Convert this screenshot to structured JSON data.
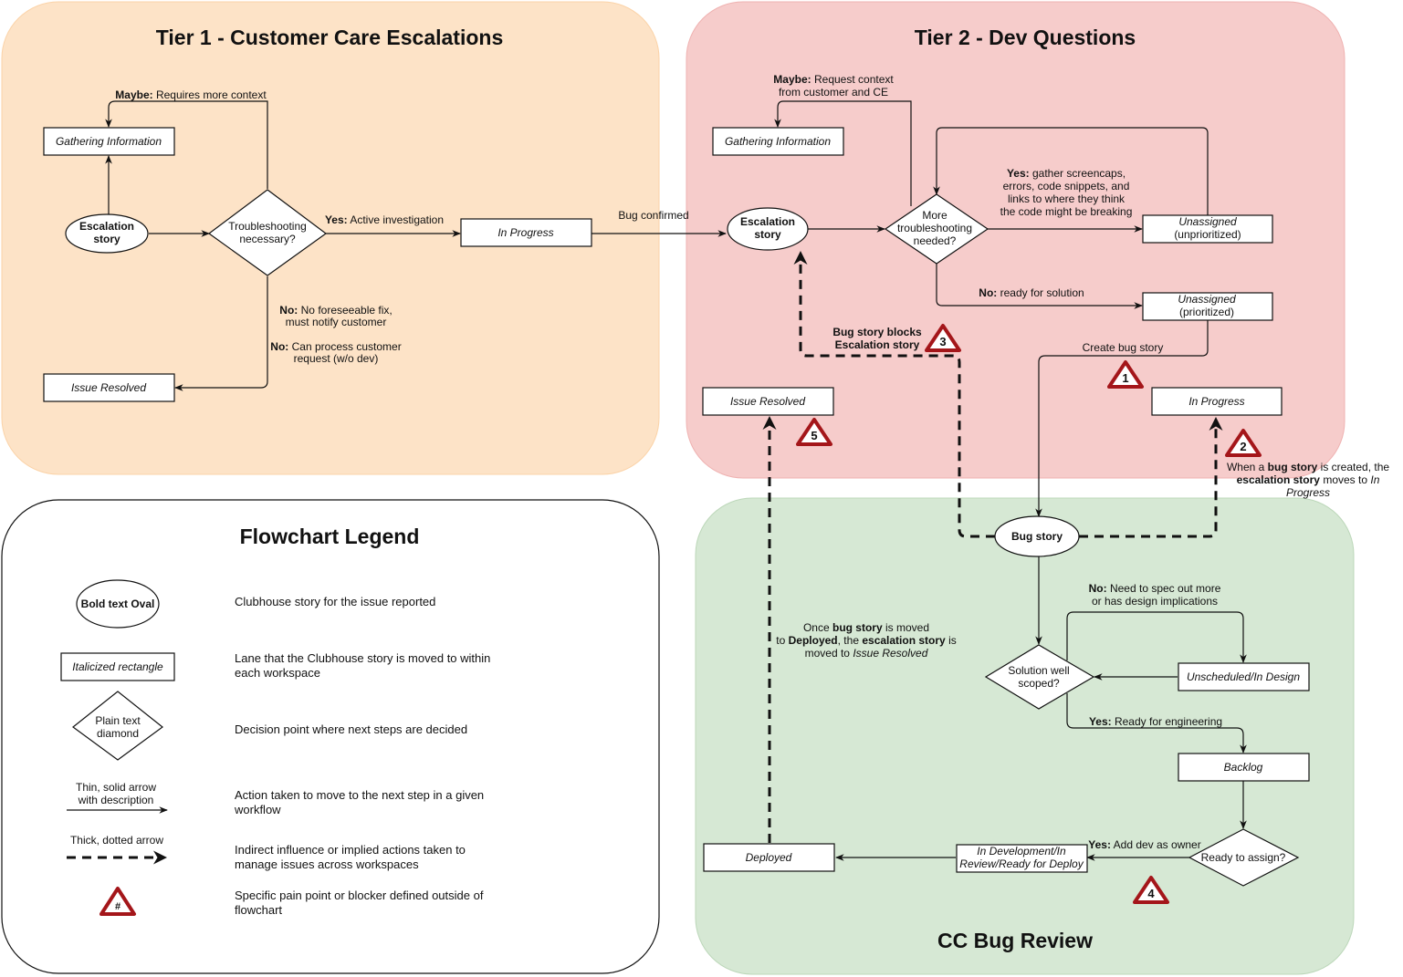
{
  "colors": {
    "tier1_bg": "#fde3c7",
    "tier2_bg": "#f6cccb",
    "bug_review_bg": "#d6e8d4",
    "warning_red": "#a4161a"
  },
  "tier1": {
    "title": "Tier 1 - Customer Care Escalations",
    "gathering": "Gathering Information",
    "escalation_1": "Escalation",
    "escalation_2": "story",
    "decision_1": "Troubleshooting",
    "decision_2": "necessary?",
    "in_progress": "In Progress",
    "issue_resolved": "Issue Resolved",
    "maybe_bold": "Maybe:",
    "maybe_text": "Requires more context",
    "yes_bold": "Yes:",
    "yes_text": "Active investigation",
    "no1_bold": "No:",
    "no1_text_1": "No foreseeable fix,",
    "no1_text_2": "must notify customer",
    "no2_bold": "No:",
    "no2_text_1": "Can process customer",
    "no2_text_2": "request (w/o dev)"
  },
  "bug_confirmed": "Bug confirmed",
  "tier2": {
    "title": "Tier 2 - Dev Questions",
    "gathering": "Gathering Information",
    "escalation_1": "Escalation",
    "escalation_2": "story",
    "decision_1": "More",
    "decision_2": "troubleshooting",
    "decision_3": "needed?",
    "unassigned_unp_1": "Unassigned",
    "unassigned_unp_2": "(unprioritized)",
    "unassigned_pri_1": "Unassigned",
    "unassigned_pri_2": "(prioritized)",
    "in_progress": "In Progress",
    "issue_resolved": "Issue Resolved",
    "maybe_bold": "Maybe:",
    "maybe_text_1": "Request context",
    "maybe_text_2": "from customer and CE",
    "yes_bold": "Yes:",
    "yes_text_1": "gather screencaps,",
    "yes_text_2": "errors, code snippets, and",
    "yes_text_3": "links to where they think",
    "yes_text_4": "the code might be breaking",
    "no_bold": "No:",
    "no_text": "ready for solution",
    "create_bug": "Create bug story",
    "blocks_1": "Bug story blocks",
    "blocks_2": "Escalation story",
    "note2_1a": "When a",
    "note2_1b": "bug story",
    "note2_1c": "is created, the",
    "note2_2a": "escalation story",
    "note2_2b": "moves to",
    "note2_2c": "In",
    "note2_3": "Progress"
  },
  "bug_review": {
    "title": "CC Bug Review",
    "bug_story": "Bug story",
    "decision_1": "Solution well",
    "decision_2": "scoped?",
    "unscheduled": "Unscheduled/In Design",
    "backlog": "Backlog",
    "ready": "Ready to assign?",
    "in_dev_1": "In Development/In",
    "in_dev_2": "Review/Ready for Deploy",
    "deployed": "Deployed",
    "no_bold": "No:",
    "no_text_1": "Need to spec out more",
    "no_text_2": "or has design implications",
    "yes_bold": "Yes:",
    "yes_text": "Ready for engineering",
    "yes2_bold": "Yes:",
    "yes2_text": "Add dev as owner",
    "once_1a": "Once",
    "once_1b": "bug story",
    "once_1c": "is moved",
    "once_2a": "to",
    "once_2b": "Deployed",
    "once_2c": ", the",
    "once_2d": "escalation story",
    "once_2e": "is",
    "once_3a": "moved to",
    "once_3b": "Issue Resolved"
  },
  "warnings": [
    "1",
    "2",
    "3",
    "4",
    "5"
  ],
  "legend": {
    "title": "Flowchart Legend",
    "oval_label": "Bold text Oval",
    "oval_desc": "Clubhouse story for the issue reported",
    "rect_label": "Italicized rectangle",
    "rect_desc_1": "Lane that the Clubhouse story is moved to within",
    "rect_desc_2": "each workspace",
    "diamond_label_1": "Plain text",
    "diamond_label_2": "diamond",
    "diamond_desc": "Decision point where next steps are decided",
    "thin_label_1": "Thin, solid arrow",
    "thin_label_2": "with description",
    "thin_desc_1": "Action taken to move to the next step in a given",
    "thin_desc_2": "workflow",
    "thick_label": "Thick, dotted arrow",
    "thick_desc_1": "Indirect influence or implied actions taken to",
    "thick_desc_2": "manage issues across workspaces",
    "warn_label": "#",
    "warn_desc_1": "Specific pain point or blocker defined outside of",
    "warn_desc_2": "flowchart"
  }
}
